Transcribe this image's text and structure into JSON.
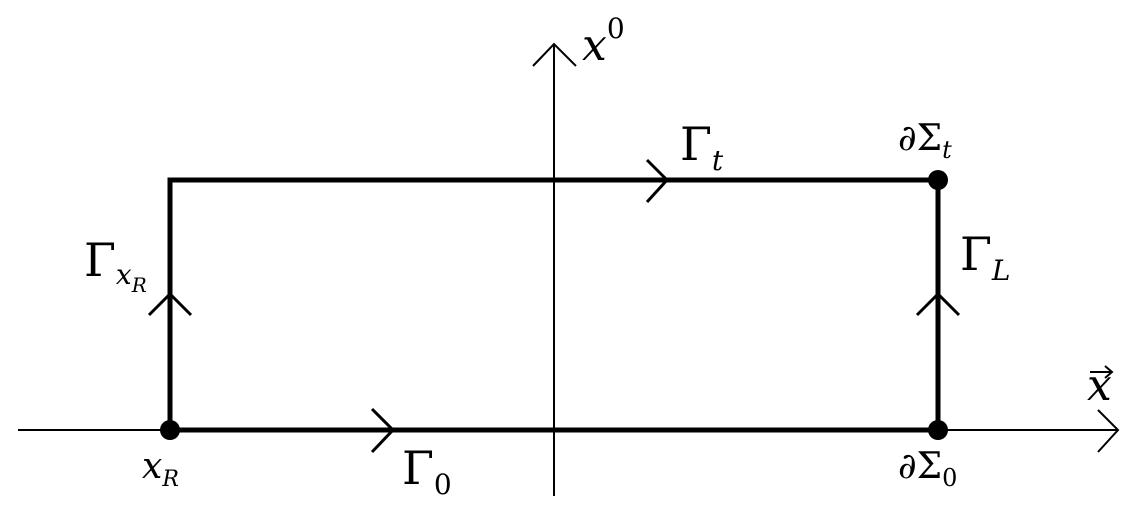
{
  "axes": {
    "vertical_var": "x",
    "vertical_sup": "0",
    "horizontal_var": "x"
  },
  "contour": {
    "gamma_t": {
      "symbol": "Γ",
      "sub": "t"
    },
    "gamma_0": {
      "symbol": "Γ",
      "sub": "0"
    },
    "gamma_xr": {
      "symbol": "Γ",
      "sub": "x",
      "subsub": "R"
    },
    "gamma_l": {
      "symbol": "Γ",
      "sub": "L"
    }
  },
  "points": {
    "xr": {
      "var": "x",
      "sub": "R"
    },
    "dsigma_t": {
      "main": "∂Σ",
      "sub": "t"
    },
    "dsigma_0": {
      "main": "∂Σ",
      "sub": "0"
    }
  }
}
